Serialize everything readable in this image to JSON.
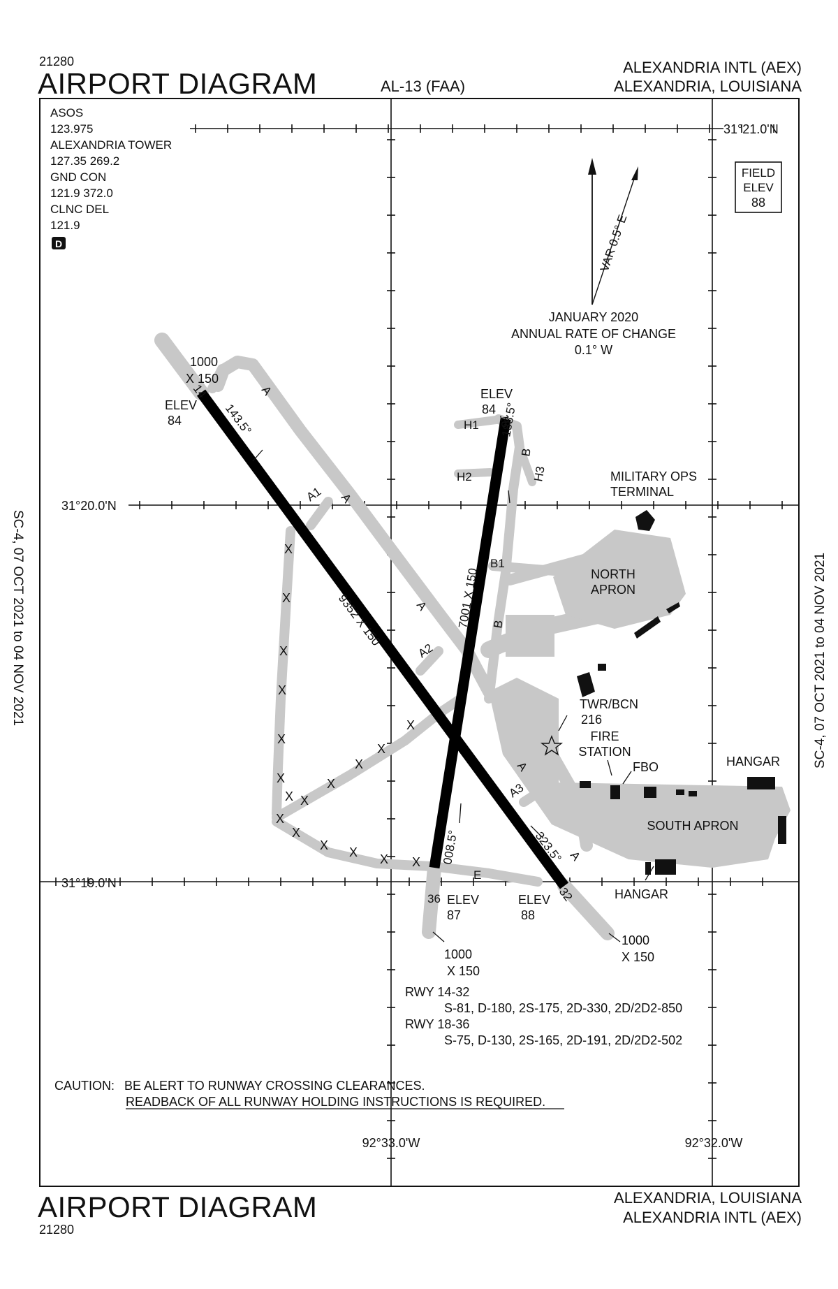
{
  "header": {
    "code": "21280",
    "title": "AIRPORT DIAGRAM",
    "procedure": "AL-13 (FAA)",
    "airport": "ALEXANDRIA INTL (AEX)",
    "location": "ALEXANDRIA, LOUISIANA"
  },
  "footer": {
    "title": "AIRPORT DIAGRAM",
    "code": "21280",
    "location": "ALEXANDRIA, LOUISIANA",
    "airport": "ALEXANDRIA INTL (AEX)"
  },
  "side_notes": {
    "left": "SC-4, 07 OCT 2021 to 04 NOV 2021",
    "right": "SC-4, 07 OCT 2021 to 04 NOV 2021"
  },
  "frequencies": {
    "lines": [
      "ASOS",
      "123.975",
      "ALEXANDRIA TOWER",
      "127.35  269.2",
      "GND CON",
      "121.9  372.0",
      "CLNC DEL",
      "121.9"
    ],
    "badge": "D"
  },
  "field_elev": {
    "line1": "FIELD",
    "line2": "ELEV",
    "value": "88"
  },
  "coordinates": {
    "lat_top": "31°21.0'N",
    "lat_mid": "31°20.0'N",
    "lat_bot": "31°19.0'N",
    "lon_left": "92°33.0'W",
    "lon_right": "92°32.0'W"
  },
  "magnetic": {
    "variation": "VAR 0.5° E",
    "date": "JANUARY 2020",
    "rate_label": "ANNUAL RATE OF CHANGE",
    "rate": "0.1° W"
  },
  "runways": [
    {
      "id": "14-32",
      "dimensions": "9352 X 150",
      "ends": [
        "14",
        "32"
      ],
      "headings": [
        "143.5°",
        "323.5°"
      ],
      "elevations": [
        "84",
        "88"
      ]
    },
    {
      "id": "18-36",
      "dimensions": "7001 X 150",
      "ends": [
        "18",
        "36"
      ],
      "headings": [
        "188.5°",
        "008.5°"
      ],
      "elevations": [
        "84",
        "87"
      ]
    }
  ],
  "labels": {
    "elev": "ELEV",
    "overrun_nw_1": "1000",
    "overrun_nw_2": "X 150",
    "overrun_s36_1": "1000",
    "overrun_s36_2": "X 150",
    "overrun_s32_1": "1000",
    "overrun_s32_2": "X 150",
    "elev_14": "84",
    "elev_18": "84",
    "elev_36": "87",
    "elev_32": "88",
    "rwy14": "14",
    "rwy18": "18",
    "rwy36": "36",
    "rwy32": "32",
    "hdg14": "143.5°",
    "hdg18": "188.5°",
    "hdg36": "008.5°",
    "hdg32": "323.5°",
    "dim1432": "9352 X 150",
    "dim1836": "7001 X 150",
    "twyA": "A",
    "twyA1": "A1",
    "twyA2": "A2",
    "twyA3": "A3",
    "twyB": "B",
    "twyB1": "B1",
    "twyE": "E",
    "twyH1": "H1",
    "twyH2": "H2",
    "twyH3": "H3",
    "mil1": "MILITARY OPS",
    "mil2": "TERMINAL",
    "north1": "NORTH",
    "north2": "APRON",
    "twr1": "TWR/BCN",
    "twr2": "216",
    "fire1": "FIRE",
    "fire2": "STATION",
    "fbo": "FBO",
    "hangar": "HANGAR",
    "south": "SOUTH APRON",
    "closed_mark": "X"
  },
  "strength": [
    "RWY 14-32",
    "S-81, D-180, 2S-175, 2D-330, 2D/2D2-850",
    "RWY 18-36",
    "S-75, D-130, 2S-165, 2D-191, 2D/2D2-502"
  ],
  "caution": {
    "label": "CAUTION:",
    "line1": "BE ALERT TO RUNWAY CROSSING CLEARANCES.",
    "line2": "READBACK OF ALL RUNWAY HOLDING INSTRUCTIONS IS REQUIRED."
  }
}
